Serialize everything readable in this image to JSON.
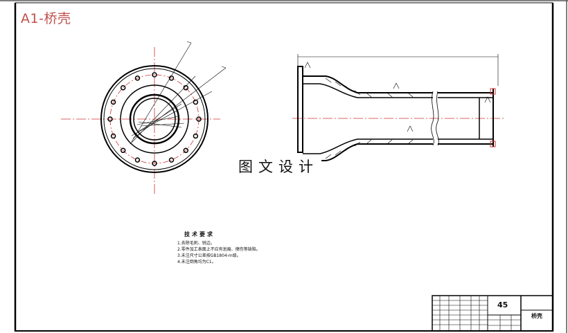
{
  "title": "A1-桥壳",
  "watermark": "图文设计",
  "tech_requirements": {
    "title": "技术要求",
    "items": [
      "1.去除毛刺、锐边。",
      "2.零件加工表面上不应有划痕、擦伤等缺陷。",
      "3.未注尺寸公差按GB1804-m级。",
      "4.未注倒角均为C1。"
    ]
  },
  "title_block": {
    "material": "45",
    "part_name": "桥壳"
  },
  "colors": {
    "title": "#c0504d",
    "centerline": "#d03030",
    "outline": "#000000"
  }
}
